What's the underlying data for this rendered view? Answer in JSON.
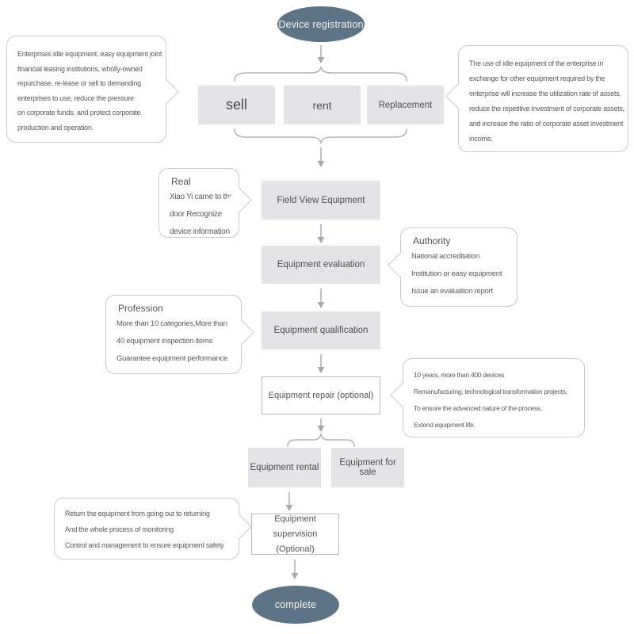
{
  "colors": {
    "node_fill": "#5d7386",
    "node_text": "#f4f5f6",
    "box_fill": "#e4e4e6",
    "box_border": "#b8b8ba",
    "callout_border": "#cbcbcd",
    "arrow": "#a6a8aa",
    "text": "#545456"
  },
  "start_node": {
    "label": "Device registration"
  },
  "end_node": {
    "label": "complete"
  },
  "option_boxes": [
    {
      "label": "sell"
    },
    {
      "label": "rent"
    },
    {
      "label": "Replacement"
    }
  ],
  "steps": {
    "field_view": "Field View Equipment",
    "evaluation": "Equipment evaluation",
    "qualification": "Equipment qualification",
    "repair": "Equipment repair (optional)",
    "rental": "Equipment  rental",
    "sale": "Equipment for sale",
    "supervision_line1": "Equipment supervision",
    "supervision_line2": "(Optional)"
  },
  "callouts": {
    "idle": {
      "lines": [
        "Enterprises idle equipment, easy equipment joint",
        "financial leasing institutions, wholly-owned",
        "repurchase, re-lease or sell to demanding",
        "enterprises to use, reduce the pressure",
        "on corporate funds, and protect corporate",
        " production and operation."
      ]
    },
    "exchange": {
      "lines": [
        "The use of idle equipment of the enterprise in",
        "exchange for other equipment required by the",
        "enterprise will increase the utilization rate of assets,",
        "reduce the repetitive investment of corporate assets,",
        "and increase the ratio of corporate asset investment",
        "income."
      ]
    },
    "real": {
      "title": "Real",
      "lines": [
        "Xiao Yi came to the",
        "door  Recognize",
        "device information"
      ]
    },
    "authority": {
      "title": "Authority",
      "lines": [
        "National accreditation",
        "Institution or easy equipment",
        "Issue an evaluation report"
      ]
    },
    "profession": {
      "title": "Profession",
      "lines": [
        "More than 10 categories,More than",
        "40  equipment inspection items",
        "Guarantee equipment performance"
      ]
    },
    "repair": {
      "lines": [
        "10 years, more than 400 devices",
        "Remanufacturing, technological transformation projects,",
        "To ensure the advanced nature of the process,",
        "Extend equipment life."
      ]
    },
    "supervision": {
      "lines": [
        "Return the equipment from going out to returning",
        "And the whole process of monitoring",
        "Control and management to ensure equipment safety"
      ]
    }
  }
}
